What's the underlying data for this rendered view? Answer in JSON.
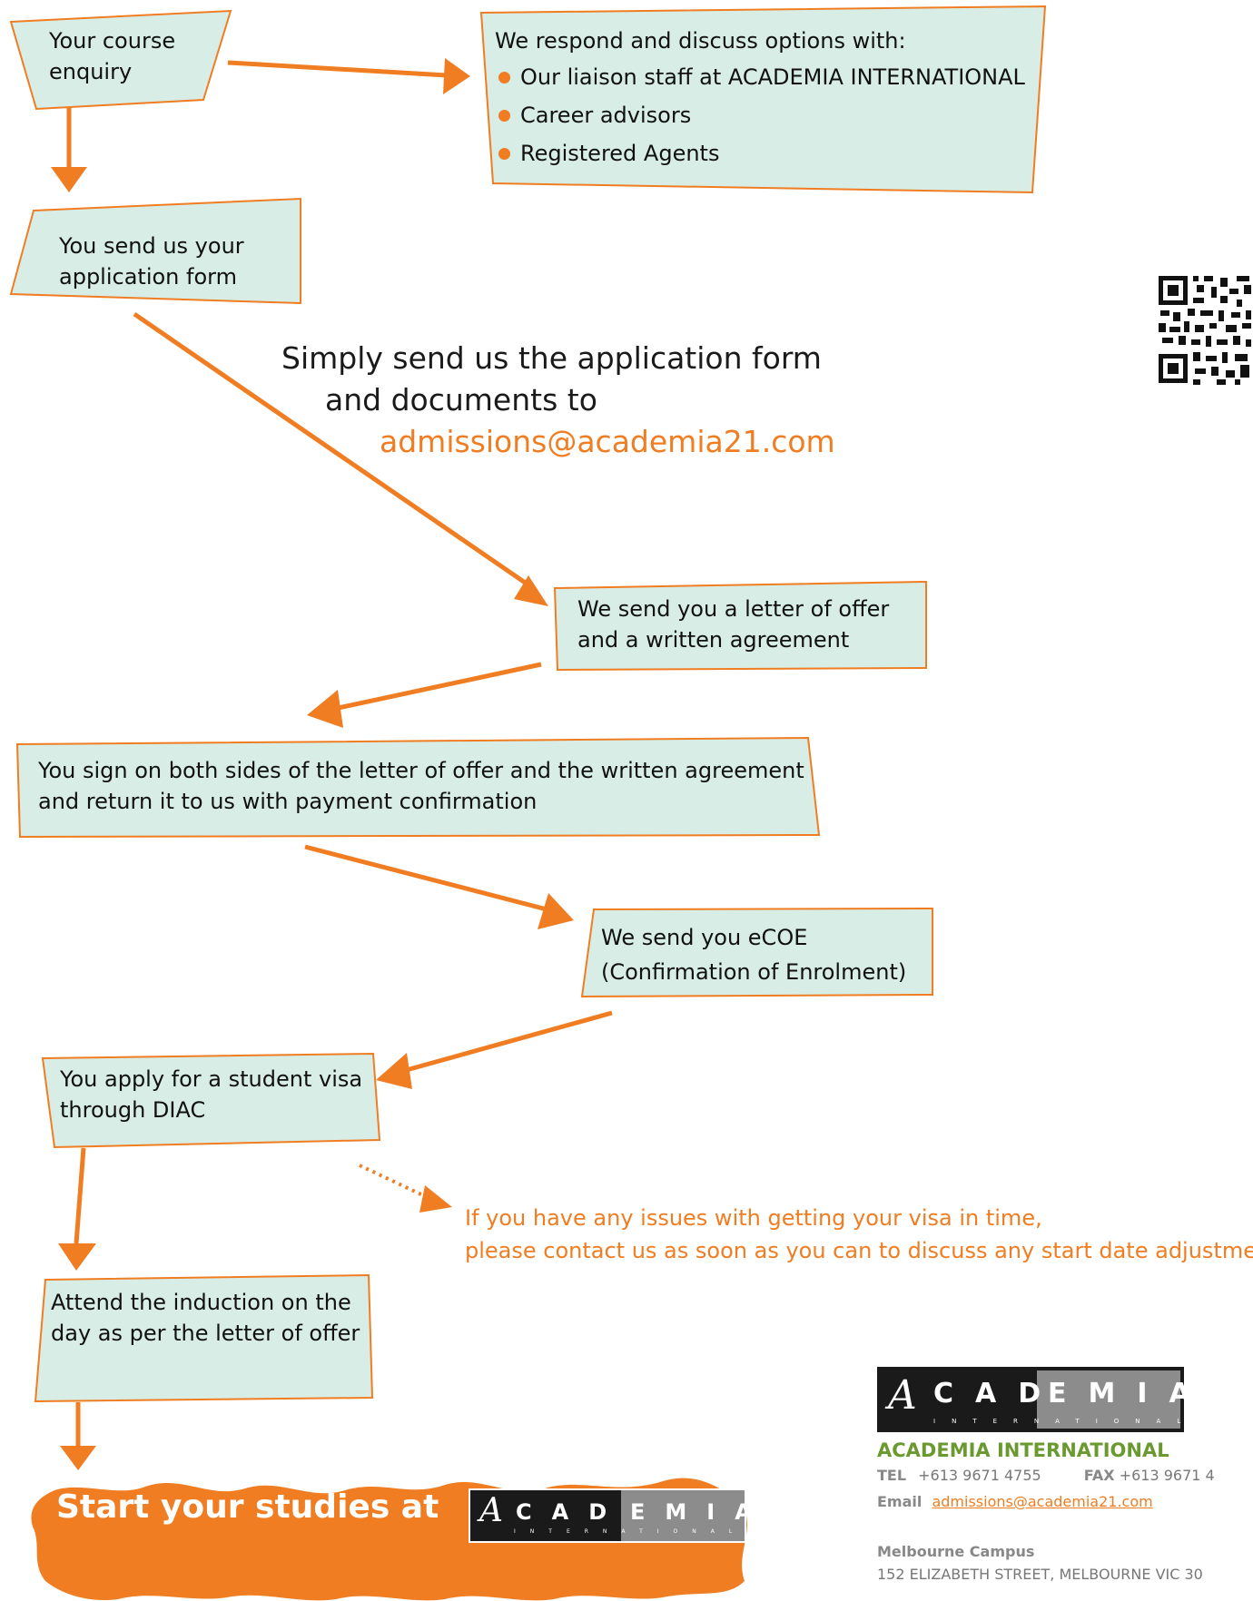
{
  "boxes": {
    "enquiry": {
      "line1": "Your course",
      "line2": "enquiry"
    },
    "respond": {
      "heading": "We respond and discuss options with:",
      "items": [
        "Our liaison staff at ACADEMIA INTERNATIONAL",
        "Career advisors",
        "Registered Agents"
      ]
    },
    "application": {
      "line1": "You send us your",
      "line2": "application form"
    },
    "offer": {
      "line1": "We send you a letter of offer",
      "line2": "and a written agreement"
    },
    "sign": {
      "line1": "You sign on both sides of the letter of offer and the written agreement",
      "line2": "and return it to us with payment confirmation"
    },
    "ecoe": {
      "line1": "We send you eCOE",
      "line2": "(Confirmation of Enrolment)"
    },
    "visa": {
      "line1": "You apply for a student visa",
      "line2": "through DIAC"
    },
    "induction": {
      "line1": "Attend the induction on the",
      "line2": "day as per the letter of offer"
    }
  },
  "simply_note": {
    "line1": "Simply send us the application form",
    "line2": "and documents to",
    "email": "admissions@academia21.com"
  },
  "visa_note": {
    "line1": "If you have any issues with getting your visa in time,",
    "line2": "please contact us as soon as you can to discuss any start date adjustments"
  },
  "start_banner": {
    "text": "Start your studies at"
  },
  "logo": {
    "script_letter": "A",
    "dark_letters": [
      "C",
      "A",
      "D"
    ],
    "grey_letters": [
      "E",
      "M",
      "I",
      "A"
    ],
    "sub_dark": [
      "I",
      "N",
      "T",
      "E",
      "R",
      "N"
    ],
    "sub_grey": [
      "A",
      "T",
      "I",
      "O",
      "N",
      "A",
      "L"
    ]
  },
  "contact": {
    "org": "ACADEMIA INTERNATIONAL",
    "tel_label": "TEL",
    "tel_value": "+613 9671 4755",
    "fax_label": "FAX",
    "fax_value": "+613 9671 4",
    "email_label": "Email",
    "email_value": "admissions@academia21.com",
    "campus_label": "Melbourne Campus",
    "campus_address": "152 ELIZABETH STREET, MELBOURNE VIC 30"
  },
  "colors": {
    "box_fill": "#d7ede6",
    "accent": "#f07d22",
    "org_green": "#6a9a2f",
    "logo_dark": "#1a1a1a",
    "logo_grey": "#8c8c8c"
  },
  "icons": {
    "qr": "qr-code-icon"
  }
}
